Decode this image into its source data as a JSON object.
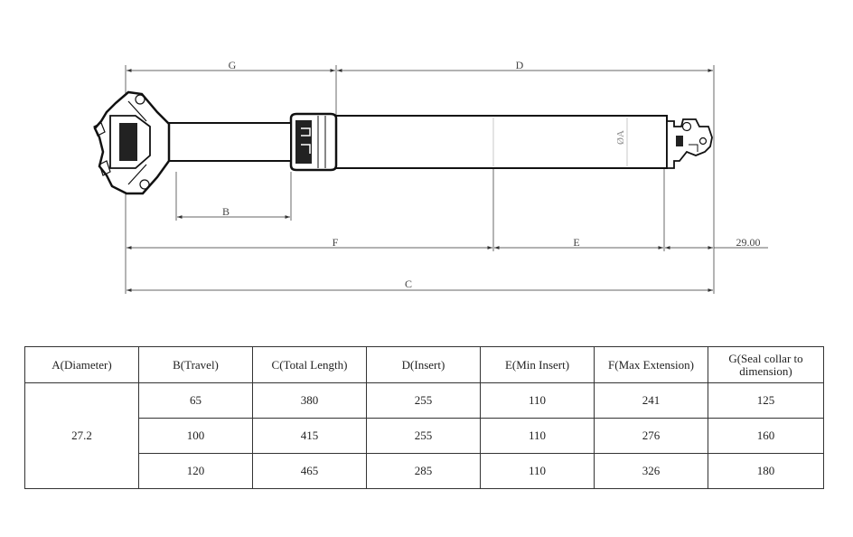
{
  "diagram": {
    "dimension_labels": {
      "G": "G",
      "D": "D",
      "B": "B",
      "F": "F",
      "E": "E",
      "C": "C",
      "A": "ØA",
      "offset": "29.00"
    }
  },
  "spec_table": {
    "headers": {
      "a": "A(Diameter)",
      "b": "B(Travel)",
      "c": "C(Total Length)",
      "d": "D(Insert)",
      "e": "E(Min Insert)",
      "f": "F(Max Extension)",
      "g": "G(Seal collar to dimension)"
    },
    "diameter": "27.2",
    "rows": [
      {
        "b": "65",
        "c": "380",
        "d": "255",
        "e": "110",
        "f": "241",
        "g": "125"
      },
      {
        "b": "100",
        "c": "415",
        "d": "255",
        "e": "110",
        "f": "276",
        "g": "160"
      },
      {
        "b": "120",
        "c": "465",
        "d": "285",
        "e": "110",
        "f": "326",
        "g": "180"
      }
    ]
  }
}
